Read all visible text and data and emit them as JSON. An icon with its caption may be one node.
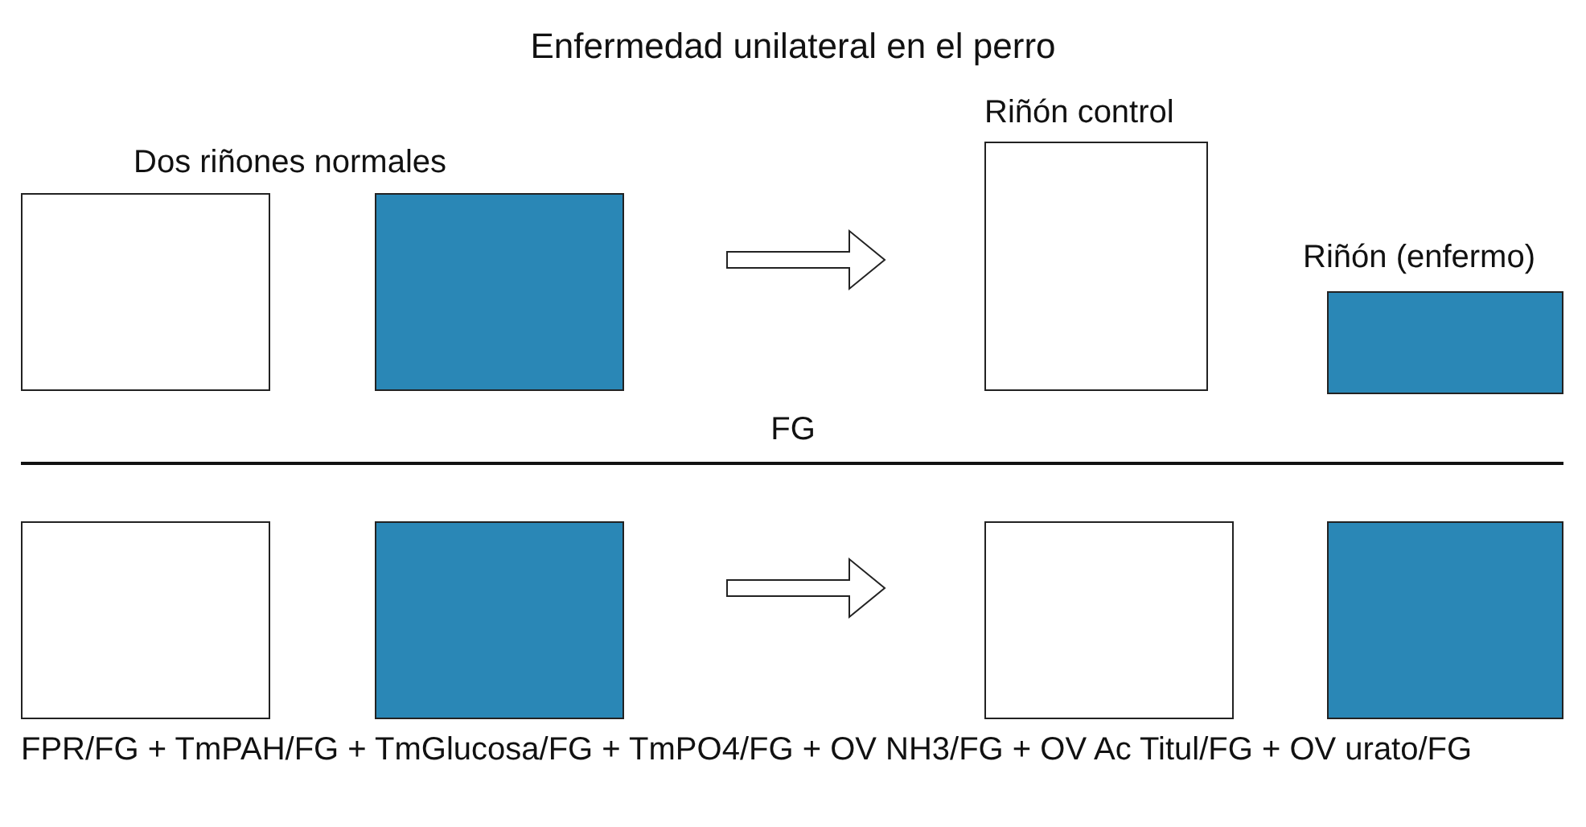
{
  "diagram": {
    "title": "Enfermedad unilateral en el perro",
    "nodes": [
      {
        "text": [],
        "shape": "box"
      },
      {
        "text": [],
        "shape": "box"
      },
      {
        "text": [
          "Riñón control"
        ]
      },
      {
        "text": [
          "Riñón (enfermo)"
        ]
      },
      {
        "text": [],
        "shape": "box"
      },
      {
        "text": [],
        "shape": "box"
      },
      {
        "text": [],
        "shape": "box"
      },
      {
        "text": [],
        "shape": "box"
      }
    ],
    "edges": [
      {
        "from": 1,
        "to": 2,
        "arrow": "to"
      },
      {
        "from": 5,
        "to": 6,
        "arrow": "to"
      }
    ],
    "labels": [
      "Dos riñones normales",
      "FG",
      "FPR/FG + TmPAH/FG + TmGlucosa/FG + TmPO4/FG + OV NH3/FG + OV Ac Titul/FG + OV urato/FG"
    ]
  }
}
